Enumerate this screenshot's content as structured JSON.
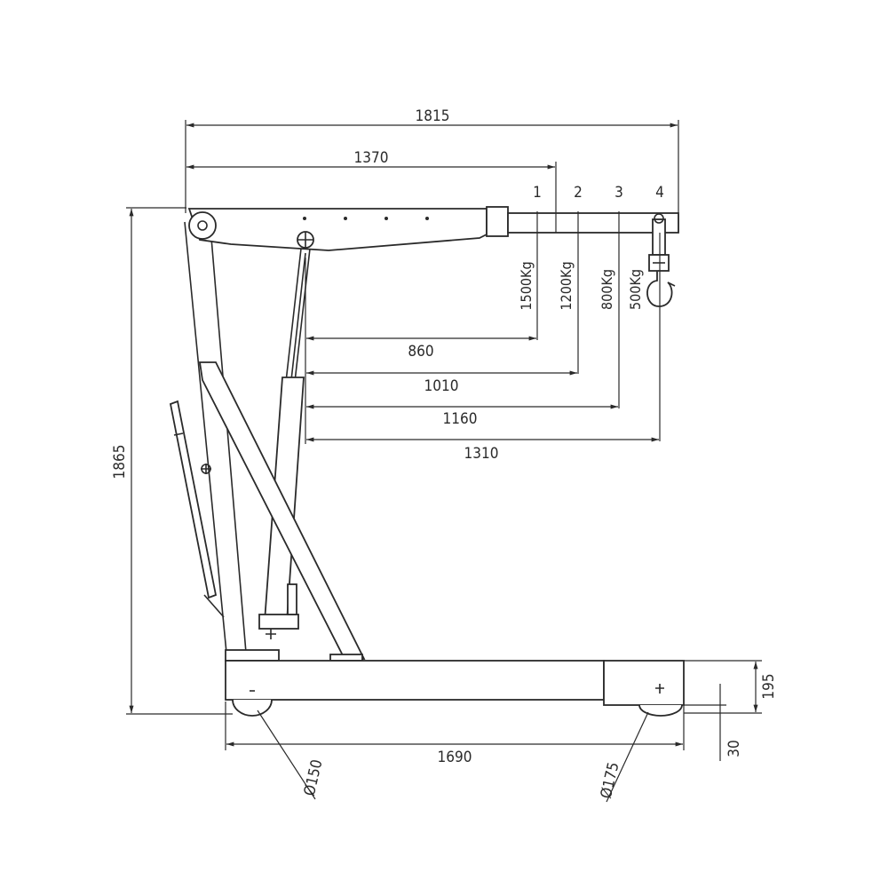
{
  "dimensions": {
    "overall_length": "1815",
    "boom_length": "1370",
    "overall_height": "1865",
    "base_length": "1690",
    "base_height": "195",
    "ground_clearance": "30",
    "rear_wheel": "Ø150",
    "front_wheel": "Ø175"
  },
  "positions": [
    {
      "number": "1",
      "capacity": "1500Kg",
      "reach": "860"
    },
    {
      "number": "2",
      "capacity": "1200Kg",
      "reach": "1010"
    },
    {
      "number": "3",
      "capacity": "800Kg",
      "reach": "1160"
    },
    {
      "number": "4",
      "capacity": "500Kg",
      "reach": "1310"
    }
  ]
}
